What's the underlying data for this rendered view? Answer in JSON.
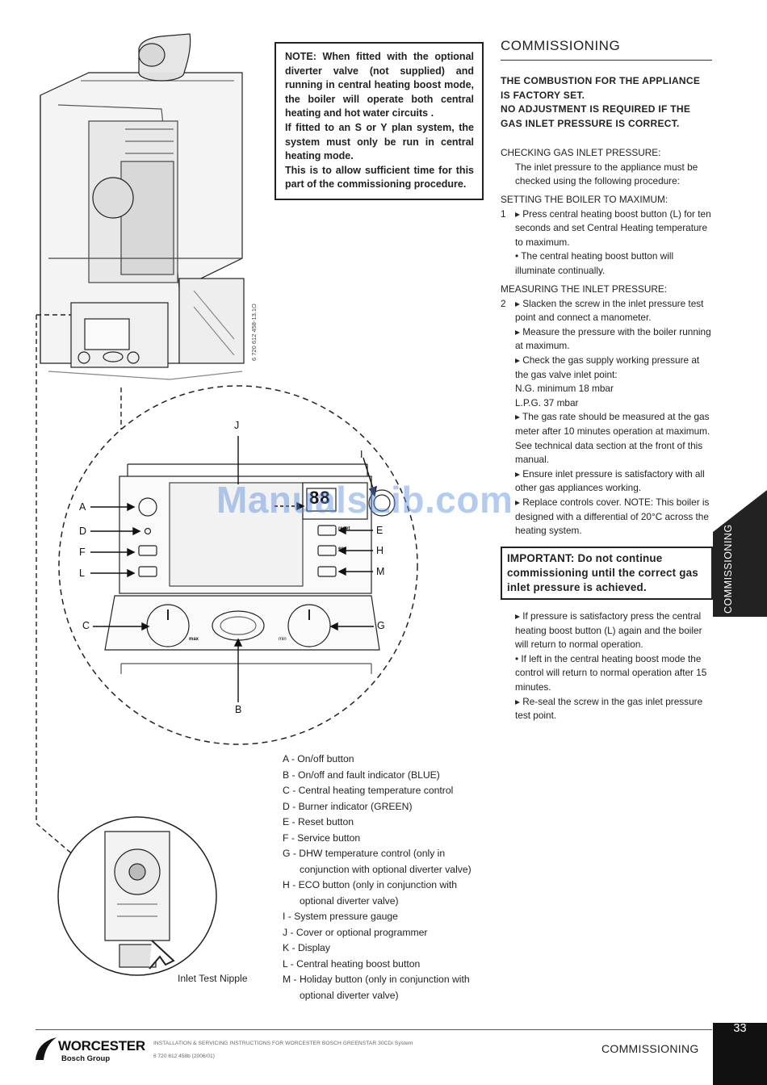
{
  "note": {
    "paragraphs": [
      "NOTE: When fitted with the optional diverter valve (not supplied) and running in central heating boost mode, the boiler will operate both central heating and hot water circuits .",
      "If fitted to an S or Y plan system, the system must only be run in central heating mode.",
      "This is to allow sufficient time for this part of the commissioning procedure."
    ]
  },
  "section": {
    "title": "COMMISSIONING",
    "notice_line1": "THE COMBUSTION FOR THE APPLIANCE IS FACTORY SET.",
    "notice_line2": "NO ADJUSTMENT IS REQUIRED IF THE GAS INLET PRESSURE IS CORRECT."
  },
  "checking": {
    "heading": "CHECKING GAS INLET PRESSURE:",
    "text": "The inlet pressure to the appliance must be checked using the following procedure:"
  },
  "setting": {
    "heading": "SETTING THE BOILER TO MAXIMUM:",
    "step_num": "1",
    "step": "▸ Press central heating boost button (L) for ten seconds and set Central Heating temperature to maximum.",
    "bullet": "• The central heating boost button will illuminate continually."
  },
  "measuring": {
    "heading": "MEASURING THE INLET PRESSURE:",
    "step_num": "2",
    "step1": "▸ Slacken the screw in the inlet pressure test point and connect a manometer.",
    "step2": "▸ Measure the pressure with the boiler running at maximum.",
    "step3": "▸ Check the gas supply working pressure at the gas valve inlet point:",
    "ng": "N.G. minimum 18 mbar",
    "lpg": "L.P.G. 37 mbar",
    "step4": "▸ The gas rate should be measured at the gas meter after 10 minutes operation at maximum. See technical data section at the front of this manual.",
    "step5": "▸ Ensure inlet pressure is satisfactory with all other gas appliances working.",
    "step6": "▸ Replace controls cover. NOTE: This boiler is designed with a differential of 20°C across the heating system."
  },
  "important": {
    "text": "IMPORTANT: Do not continue commissioning until the correct gas inlet pressure is achieved."
  },
  "after": {
    "step1": "▸ If pressure is satisfactory press the central heating boost button (L) again and the boiler will return to normal operation.",
    "bullet": "• If left in the central heating boost mode the control will return to normal operation after 15 minutes.",
    "step2": "▸ Re-seal the screw in the gas inlet pressure test point."
  },
  "side_tab": {
    "label": "COMMISSIONING"
  },
  "legend": {
    "a": "A - On/off button",
    "b": "B - On/off and fault indicator (BLUE)",
    "c": "C - Central heating temperature control",
    "d": "D - Burner indicator (GREEN)",
    "e": "E - Reset button",
    "f": "F - Service button",
    "g1": "G - DHW temperature control (only in",
    "g2": "conjunction with optional diverter valve)",
    "h1": "H - ECO button (only in conjunction with",
    "h2": "optional diverter valve)",
    "i": "I - System pressure gauge",
    "j": "J - Cover or optional programmer",
    "k": "K - Display",
    "l": "L - Central heating boost button",
    "m1": "M - Holiday button (only in conjunction with",
    "m2": "optional diverter valve)"
  },
  "figure": {
    "inlet_label": "Inlet Test Nipple",
    "figure_code": "6 720 612 458-13.1O",
    "callouts": [
      "J",
      "I",
      "A",
      "D",
      "F",
      "L",
      "E",
      "H",
      "M",
      "C",
      "G",
      "B"
    ],
    "display_text": "88",
    "panel_labels": {
      "reset": "reset",
      "eco": "eco",
      "min": "min",
      "max": "max"
    }
  },
  "footer": {
    "brand": "WORCESTER",
    "brand_sub": "Bosch Group",
    "description": "INSTALLATION & SERVICING INSTRUCTIONS FOR WORCESTER BOSCH GREENSTAR 30CDi System",
    "reference": "6 720 612 458b (2006/01)",
    "section": "COMMISSIONING",
    "page_number": "33"
  },
  "watermark": "ManualsLib.com",
  "colors": {
    "tab": "#222222",
    "watermark": "#5b8de0"
  }
}
